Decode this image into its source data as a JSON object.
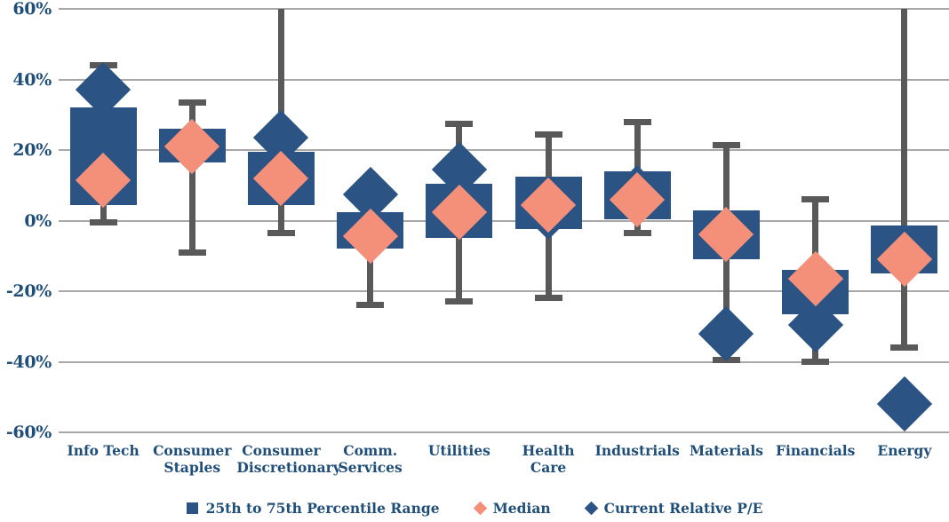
{
  "chart_data": {
    "type": "box",
    "title": "",
    "xlabel": "",
    "ylabel": "",
    "ylim": [
      -60,
      60
    ],
    "ytick_values": [
      60,
      40,
      20,
      0,
      -20,
      -40,
      -60
    ],
    "ytick_labels": [
      "60%",
      "40%",
      "20%",
      "0%",
      "-20%",
      "-40%",
      "-60%"
    ],
    "grid": true,
    "legend_position": "bottom",
    "legend": [
      {
        "key": "range",
        "label": "25th to 75th Percentile Range",
        "marker": "square",
        "color": "#2b5384"
      },
      {
        "key": "median",
        "label": "Median",
        "marker": "diamond",
        "color": "#f4907a"
      },
      {
        "key": "current",
        "label": "Current Relative P/E",
        "marker": "diamond",
        "color": "#2b5384"
      }
    ],
    "categories": [
      "Info Tech",
      "Consumer Staples",
      "Consumer Discretionary",
      "Comm. Services",
      "Utilities",
      "Health Care",
      "Industrials",
      "Materials",
      "Financials",
      "Energy"
    ],
    "series": [
      {
        "category": "Info Tech",
        "label_lines": [
          "Info Tech"
        ],
        "whisker_high": 44,
        "p75": 32,
        "median": 11.5,
        "p25": 4.5,
        "whisker_low": -0.5,
        "current": 37,
        "clipped_high": false
      },
      {
        "category": "Consumer Staples",
        "label_lines": [
          "Consumer",
          "Staples"
        ],
        "whisker_high": 33.5,
        "p75": 26,
        "median": 21,
        "p25": 16.5,
        "whisker_low": -9,
        "current": 21,
        "clipped_high": false
      },
      {
        "category": "Consumer Discretionary",
        "label_lines": [
          "Consumer",
          "Discretionary"
        ],
        "whisker_high": 60,
        "p75": 19.5,
        "median": 12,
        "p25": 4.5,
        "whisker_low": -3.5,
        "current": 23.5,
        "clipped_high": true
      },
      {
        "category": "Comm. Services",
        "label_lines": [
          "Comm.",
          "Services"
        ],
        "whisker_high": 8,
        "p75": 2.5,
        "median": -4.5,
        "p25": -8,
        "whisker_low": -24,
        "current": 7.5,
        "clipped_high": false
      },
      {
        "category": "Utilities",
        "label_lines": [
          "Utilities"
        ],
        "whisker_high": 27.5,
        "p75": 10.5,
        "median": 2.5,
        "p25": -5,
        "whisker_low": -23,
        "current": 14.5,
        "clipped_high": false
      },
      {
        "category": "Health Care",
        "label_lines": [
          "Health",
          "Care"
        ],
        "whisker_high": 24.5,
        "p75": 12.5,
        "median": 4.5,
        "p25": -2.5,
        "whisker_low": -22,
        "current": 2.5,
        "clipped_high": false
      },
      {
        "category": "Industrials",
        "label_lines": [
          "Industrials"
        ],
        "whisker_high": 28,
        "p75": 14,
        "median": 6,
        "p25": 0.5,
        "whisker_low": -3.5,
        "current": 8,
        "clipped_high": false
      },
      {
        "category": "Materials",
        "label_lines": [
          "Materials"
        ],
        "whisker_high": 21.5,
        "p75": 3,
        "median": -4,
        "p25": -11,
        "whisker_low": -39.5,
        "current": -32,
        "clipped_high": false
      },
      {
        "category": "Financials",
        "label_lines": [
          "Financials"
        ],
        "whisker_high": 6,
        "p75": -14,
        "median": -16.5,
        "p25": -26.5,
        "whisker_low": -40,
        "current": -29.5,
        "clipped_high": false
      },
      {
        "category": "Energy",
        "label_lines": [
          "Energy"
        ],
        "whisker_high": 60,
        "p75": -1.5,
        "median": -11,
        "p25": -15,
        "whisker_low": -36,
        "current": -52,
        "clipped_high": true
      }
    ],
    "colors": {
      "box": "#2b5384",
      "median": "#f4907a",
      "current": "#2b5384",
      "whisker": "#595959",
      "grid": "#a8a8a8",
      "text": "#1f4e79"
    }
  }
}
